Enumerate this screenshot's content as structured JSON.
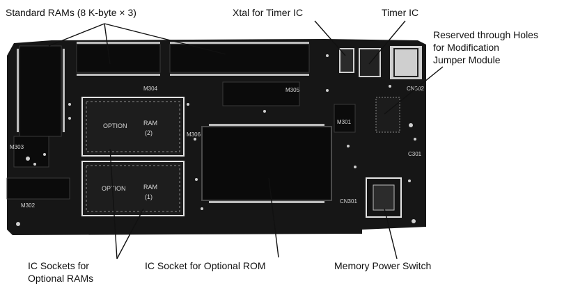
{
  "labels": {
    "standard_rams": "Standard RAMs (8 K-byte × 3)",
    "xtal": "Xtal for Timer IC",
    "timer_ic": "Timer IC",
    "reserved_line1": "Reserved through Holes",
    "reserved_line2": "for Modification",
    "reserved_line3": "Jumper Module",
    "ic_sockets_line1": "IC Sockets for",
    "ic_sockets_line2": "Optional RAMs",
    "ic_socket_rom": "IC Socket for Optional ROM",
    "memory_power_switch": "Memory Power Switch"
  },
  "silkscreen": {
    "m304": "M304",
    "m305": "M305",
    "m301": "M301",
    "m302": "M302",
    "m303": "M303",
    "m306": "M306",
    "cn301": "CN301",
    "cn302": "CN302",
    "c301": "C301",
    "option1": "OPTION",
    "ram1": "RAM",
    "ram1_num": "(2)",
    "option2": "OPTION",
    "ram2": "RAM",
    "ram2_num": "(1)"
  },
  "colors": {
    "board": "#161616",
    "chip": "#0c0c0c",
    "silk": "#d8d8d8",
    "socket": "#e4e4e4",
    "line": "#111111"
  }
}
